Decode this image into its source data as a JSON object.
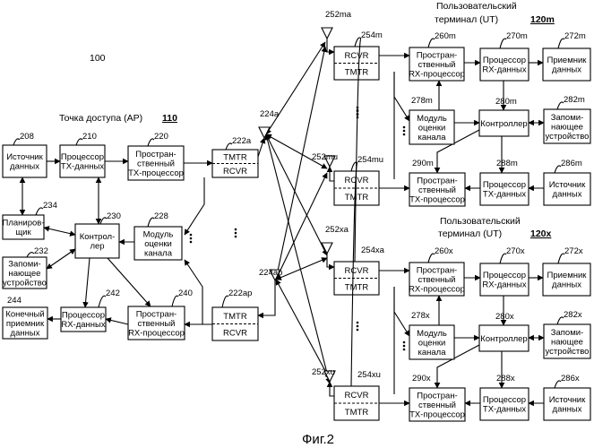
{
  "figure": {
    "caption": "Фиг.2",
    "system_ref": "100"
  },
  "ap": {
    "title": "Точка доступа (AP)",
    "ref": "110",
    "blocks": {
      "data_source": {
        "ref": "208",
        "lines": [
          "Источник",
          "данных"
        ]
      },
      "tx_proc": {
        "ref": "210",
        "lines": [
          "Процессор",
          "TX-данных"
        ]
      },
      "spatial_tx": {
        "ref": "220",
        "lines": [
          "Простран-",
          "ственный",
          "TX-процессор"
        ]
      },
      "scheduler": {
        "ref": "234",
        "lines": [
          "Планиров-",
          "щик"
        ]
      },
      "controller": {
        "ref": "230",
        "lines": [
          "Контрол-",
          "лер"
        ]
      },
      "channel_est": {
        "ref": "228",
        "lines": [
          "Модуль",
          "оценки",
          "канала"
        ]
      },
      "memory": {
        "ref": "232",
        "lines": [
          "Запоми-",
          "нающее",
          "устройство"
        ]
      },
      "sink": {
        "ref": "244",
        "lines": [
          "Конечный",
          "приемник",
          "данных"
        ]
      },
      "rx_proc": {
        "ref": "242",
        "lines": [
          "Процессор",
          "RX-данных"
        ]
      },
      "spatial_rx": {
        "ref": "240",
        "lines": [
          "Простран-",
          "ственный",
          "RX-процессор"
        ]
      },
      "radio_a": {
        "ref": "222a",
        "top": "TMTR",
        "bottom": "RCVR"
      },
      "radio_ap": {
        "ref": "222ap",
        "top": "TMTR",
        "bottom": "RCVR"
      }
    },
    "antenna_a": "224a",
    "antenna_ap": "224ap"
  },
  "ut_m": {
    "title_lines": [
      "Пользовательский",
      "терминал (UT)"
    ],
    "ref": "120m",
    "antenna_top": "252ma",
    "antenna_bottom": "252mu",
    "blocks": {
      "radio_top": {
        "ref": "254m",
        "top": "RCVR",
        "bottom": "TMTR"
      },
      "radio_bottom": {
        "ref": "254mu",
        "top": "RCVR",
        "bottom": "TMTR"
      },
      "spatial_rx": {
        "ref": "260m",
        "lines": [
          "Простран-",
          "ственный",
          "RX-процессор"
        ]
      },
      "rx_proc": {
        "ref": "270m",
        "lines": [
          "Процессор",
          "RX-данных"
        ]
      },
      "sink": {
        "ref": "272m",
        "lines": [
          "Приемник",
          "данных"
        ]
      },
      "channel_est": {
        "ref": "278m",
        "lines": [
          "Модуль",
          "оценки",
          "канала"
        ]
      },
      "controller": {
        "ref": "280m",
        "lines": [
          "Контроллер"
        ]
      },
      "memory": {
        "ref": "282m",
        "lines": [
          "Запоми-",
          "нающее",
          "устройство"
        ]
      },
      "spatial_tx": {
        "ref": "290m",
        "lines": [
          "Простран-",
          "ственный",
          "TX-процессор"
        ]
      },
      "tx_proc": {
        "ref": "288m",
        "lines": [
          "Процессор",
          "TX-данных"
        ]
      },
      "source": {
        "ref": "286m",
        "lines": [
          "Источник",
          "данных"
        ]
      }
    }
  },
  "ut_x": {
    "title_lines": [
      "Пользовательский",
      "терминал (UT)"
    ],
    "ref": "120x",
    "antenna_top": "252xa",
    "antenna_bottom": "252xu",
    "blocks": {
      "radio_top": {
        "ref": "254xa",
        "top": "RCVR",
        "bottom": "TMTR"
      },
      "radio_bottom": {
        "ref": "254xu",
        "top": "RCVR",
        "bottom": "TMTR"
      },
      "spatial_rx": {
        "ref": "260x",
        "lines": [
          "Простран-",
          "ственный",
          "RX-процессор"
        ]
      },
      "rx_proc": {
        "ref": "270x",
        "lines": [
          "Процессор",
          "RX-данных"
        ]
      },
      "sink": {
        "ref": "272x",
        "lines": [
          "Приемник",
          "данных"
        ]
      },
      "channel_est": {
        "ref": "278x",
        "lines": [
          "Модуль",
          "оценки",
          "канала"
        ]
      },
      "controller": {
        "ref": "280x",
        "lines": [
          "Контроллер"
        ]
      },
      "memory": {
        "ref": "282x",
        "lines": [
          "Запоми-",
          "нающее",
          "устройство"
        ]
      },
      "spatial_tx": {
        "ref": "290x",
        "lines": [
          "Простран-",
          "ственный",
          "TX-процессор"
        ]
      },
      "tx_proc": {
        "ref": "288x",
        "lines": [
          "Процессор",
          "TX-данных"
        ]
      },
      "source": {
        "ref": "286x",
        "lines": [
          "Источник",
          "данных"
        ]
      }
    }
  }
}
